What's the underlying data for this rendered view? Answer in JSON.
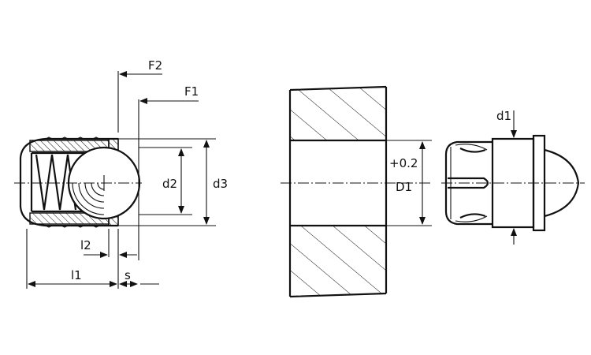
{
  "labels": {
    "f2": "F2",
    "f1": "F1",
    "d2": "d2",
    "d3": "d3",
    "l2": "l2",
    "l1": "l1",
    "s": "s",
    "tolerance": "+0.2",
    "D1": "D1",
    "d1": "d1"
  }
}
